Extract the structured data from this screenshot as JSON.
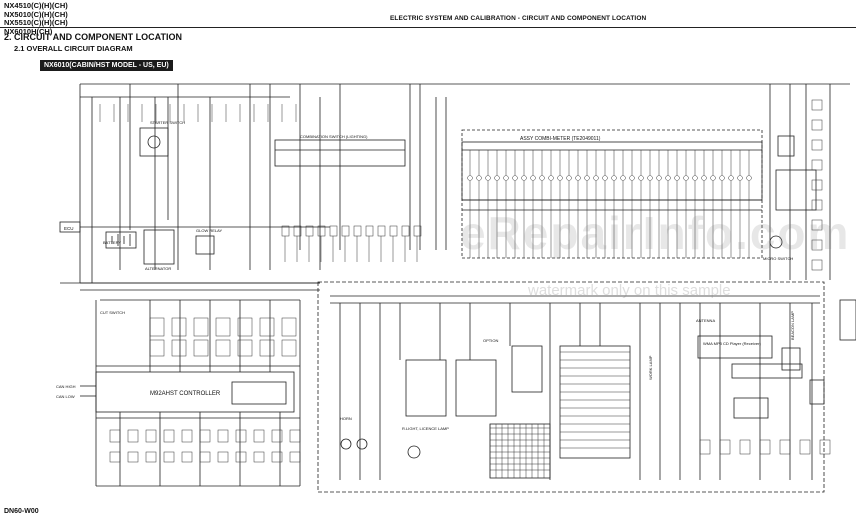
{
  "models": [
    "NX4510(C)(H)(CH)",
    "NX5010(C)(H)(CH)",
    "NX5510(C)(H)(CH)",
    "NX6010H(CH)"
  ],
  "header": {
    "title": "ELECTRIC SYSTEM AND CALIBRATION - CIRCUIT AND COMPONENT LOCATION"
  },
  "section": {
    "title": "2. CIRCUIT AND COMPONENT LOCATION"
  },
  "subsection": {
    "title": "2.1   OVERALL CIRCUIT DIAGRAM"
  },
  "model_bar": {
    "label": "NX6010(CABIN/HST MODEL - US, EU)"
  },
  "diagram": {
    "ecu": "ECU",
    "battery": "BATTERY",
    "starter_switch": "STARTER SWITCH",
    "combination_switch": "COMBINATION SWITCH (LIGHTING)",
    "meter": "ASSY COMBI-METER (TE2049011)",
    "controller": "M92AHST CONTROLLER",
    "mp3_player": "WMA MP3 CD Player (Receiver)",
    "license_lamp": "R.LIGHT, LICENCE LAMP",
    "micro_switch": "MICRO SWITCH",
    "option": "OPTION",
    "antenna": "ANTENNA",
    "can_high": "CAN HIGH",
    "can_low": "CAN LOW",
    "work_lamp": "WORK LAMP",
    "glow_relay": "GLOW RELAY",
    "alternator": "ALTERNATOR",
    "beacon_lamp": "BEACON LAMP",
    "cut_switch": "CUT SWITCH",
    "horn": "HORN"
  },
  "watermark": "eRepairInfo.com",
  "watermark_note": "watermark only on this sample",
  "footer": {
    "code": "DN60-W00"
  }
}
